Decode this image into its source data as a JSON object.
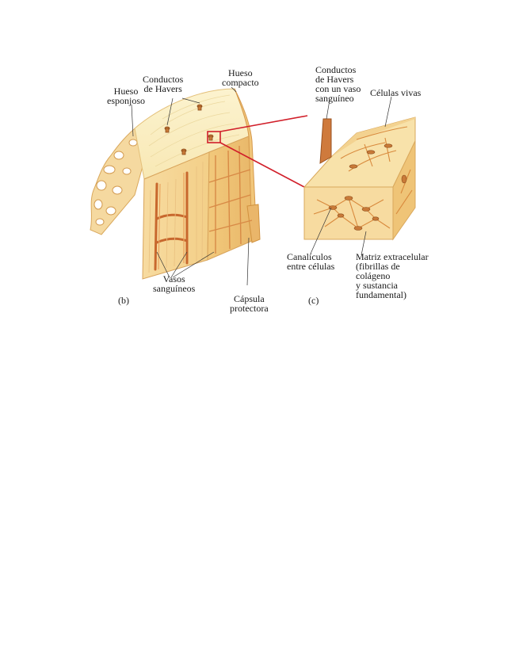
{
  "labels": {
    "hueso_esponjoso": "Hueso\nesponjoso",
    "conductos_havers": "Conductos\nde Havers",
    "hueso_compacto": "Hueso\ncompacto",
    "vasos_sanguineos": "Vasos\nsanguíneos",
    "capsula_protectora": "Cápsula\nprotectora",
    "panel_b": "(b)",
    "conductos_havers_vaso": "Conductos\nde Havers\ncon un vaso\nsanguíneo",
    "celulas_vivas": "Células vivas",
    "canaliculos": "Canalículos\nentre células",
    "matriz": "Matriz extracelular\n(fibrillas de\ncolágeno\ny sustancia\nfundamental)",
    "panel_c": "(c)"
  },
  "colors": {
    "bone_light": "#fbf0c4",
    "bone_mid": "#f6d99a",
    "bone_dark": "#e7b46a",
    "vessel": "#c8682e",
    "highlight_box": "#d11f2a"
  }
}
